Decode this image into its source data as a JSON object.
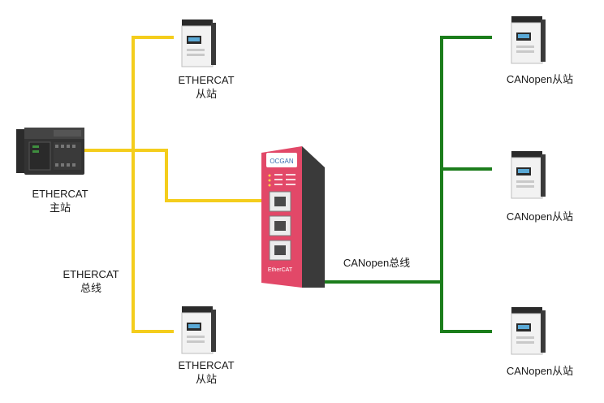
{
  "colors": {
    "ethercat_bus": "#f4cd1c",
    "canopen_bus": "#1b7d1b",
    "gateway_body": "#e24868",
    "gateway_dark": "#3a3a3a",
    "device_body": "#f2f2f2",
    "device_dark": "#2a2a2a"
  },
  "master": {
    "icon": "plc-master-icon",
    "line1": "ETHERCAT",
    "line2": "主站"
  },
  "ethercat_bus_label": {
    "line1": "ETHERCAT",
    "line2": "总线"
  },
  "ethercat_slaves": [
    {
      "icon": "drive-device-icon",
      "line1": "ETHERCAT",
      "line2": "从站"
    },
    {
      "icon": "drive-device-icon",
      "line1": "ETHERCAT",
      "line2": "从站"
    }
  ],
  "gateway": {
    "icon": "gateway-device-icon",
    "brand": "OCGAN",
    "model": "EtherCAT"
  },
  "canopen_bus_label": "CANopen总线",
  "canopen_slaves": [
    {
      "icon": "drive-device-icon",
      "label": "CANopen从站"
    },
    {
      "icon": "drive-device-icon",
      "label": "CANopen从站"
    },
    {
      "icon": "drive-device-icon",
      "label": "CANopen从站"
    }
  ]
}
